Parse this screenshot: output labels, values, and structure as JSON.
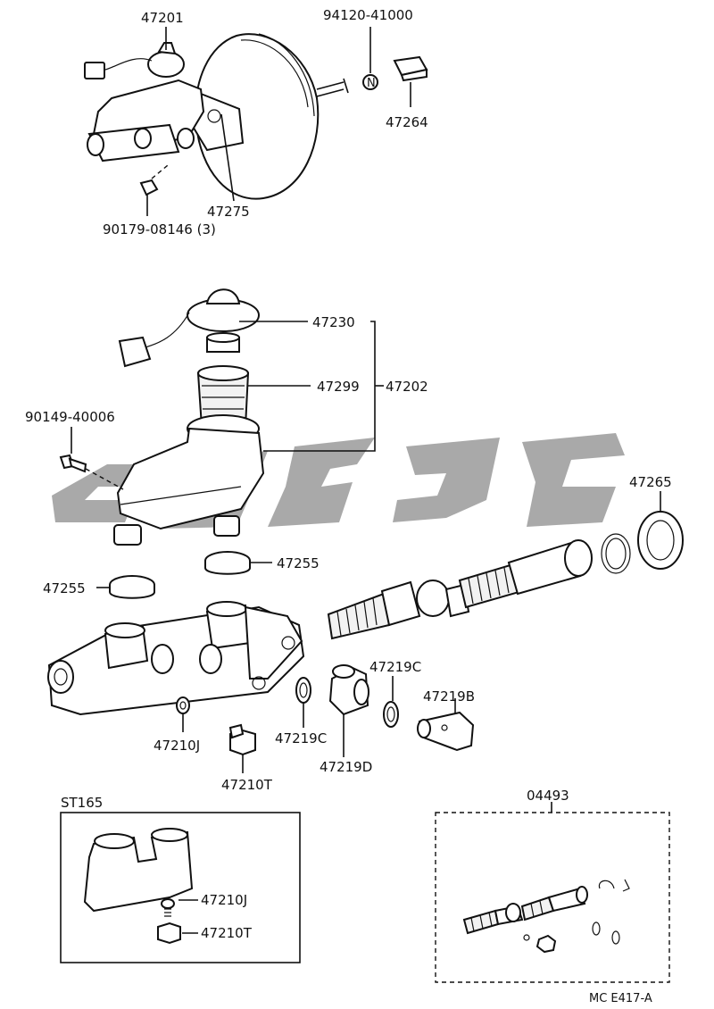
{
  "labels": {
    "p47201": "47201",
    "p94120": "94120-41000",
    "p47264": "47264",
    "p47275": "47275",
    "p90179": "90179-08146 (3)",
    "p47230": "47230",
    "p47299": "47299",
    "p47202": "47202",
    "p90149": "90149-40006",
    "p47265": "47265",
    "p47255a": "47255",
    "p47255b": "47255",
    "p47219c1": "47219C",
    "p47219b": "47219B",
    "p47210j": "47210J",
    "p47219c2": "47219C",
    "p47219d": "47219D",
    "p47210t": "47210T",
    "p04493": "04493",
    "st165": "ST165",
    "st47210j": "47210J",
    "st47210t": "47210T",
    "code": "MC E417-A"
  },
  "colors": {
    "line": "#111111",
    "watermark": "#9a9a9a",
    "background": "#ffffff"
  }
}
